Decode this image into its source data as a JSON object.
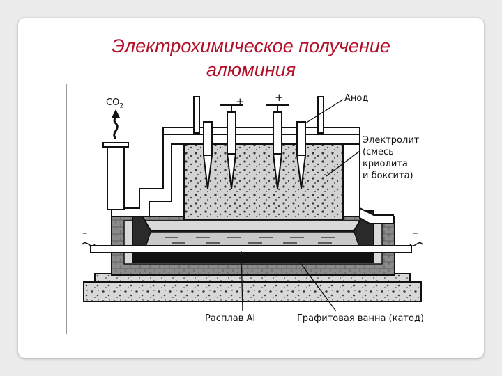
{
  "slide": {
    "title_line1": "Электрохимическое получение",
    "title_line2": "алюминия",
    "title_color": "#b3102a"
  },
  "diagram": {
    "gas_label": "CO",
    "gas_subscript": "2",
    "anode_label": "Анод",
    "electrolyte_label": [
      "Электролит",
      "(смесь",
      "криолита",
      "и боксита)"
    ],
    "melt_label": "Расплав Al",
    "cathode_label": "Графитовая ванна (катод)",
    "plus_sign": "+",
    "minus_sign": "–"
  }
}
